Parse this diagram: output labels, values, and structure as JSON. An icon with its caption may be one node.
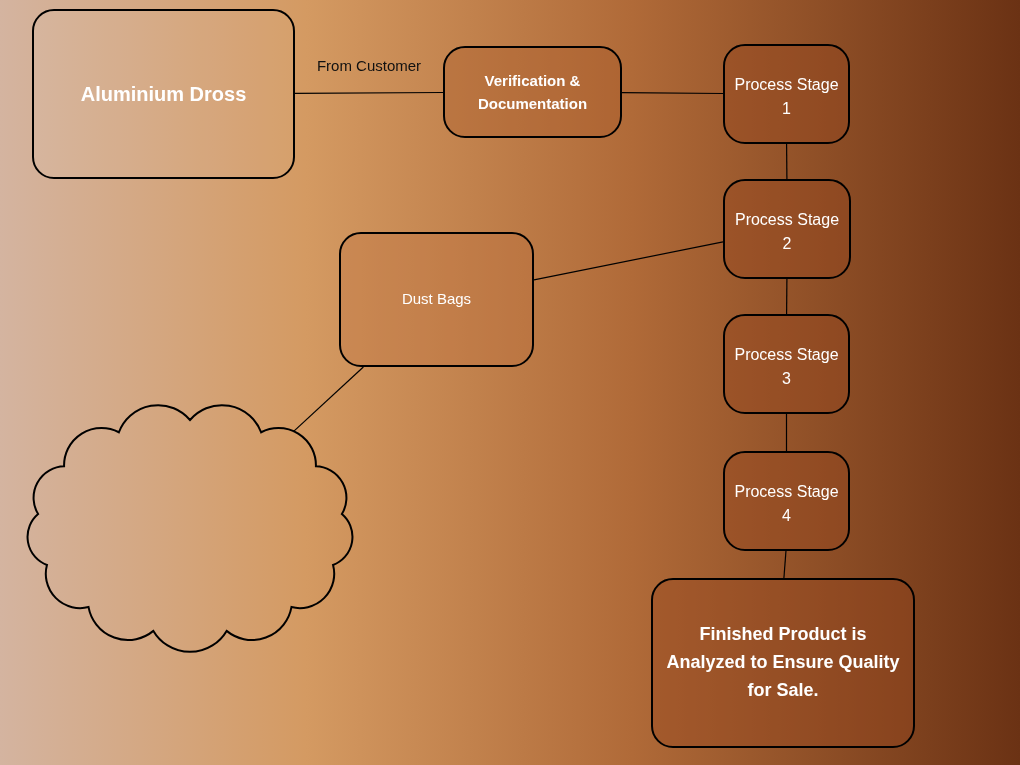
{
  "diagram": {
    "nodes": [
      {
        "text": [
          "Aluminium Dross"
        ]
      },
      {
        "text": [
          "Verification & Documentation"
        ]
      },
      {
        "text": [
          "Process Stage 1"
        ]
      },
      {
        "text": [
          "Process Stage 2"
        ]
      },
      {
        "text": [
          "Process Stage 3"
        ]
      },
      {
        "text": [
          "Process Stage 4"
        ]
      },
      {
        "text": [
          "Finished Product is Analyzed to Ensure Quality for Sale."
        ]
      },
      {
        "text": [
          "Dust Bags"
        ]
      },
      {
        "text": [],
        "shape": "cloud"
      }
    ],
    "edges": [
      {
        "from": 0,
        "to": 1,
        "arrow": "none",
        "label": "From Customer"
      },
      {
        "from": 1,
        "to": 2,
        "arrow": "none"
      },
      {
        "from": 2,
        "to": 3,
        "arrow": "none"
      },
      {
        "from": 3,
        "to": 4,
        "arrow": "none"
      },
      {
        "from": 4,
        "to": 5,
        "arrow": "none"
      },
      {
        "from": 5,
        "to": 6,
        "arrow": "none"
      },
      {
        "from": 3,
        "to": 7,
        "arrow": "none"
      },
      {
        "from": 7,
        "to": 8,
        "arrow": "none"
      }
    ]
  }
}
